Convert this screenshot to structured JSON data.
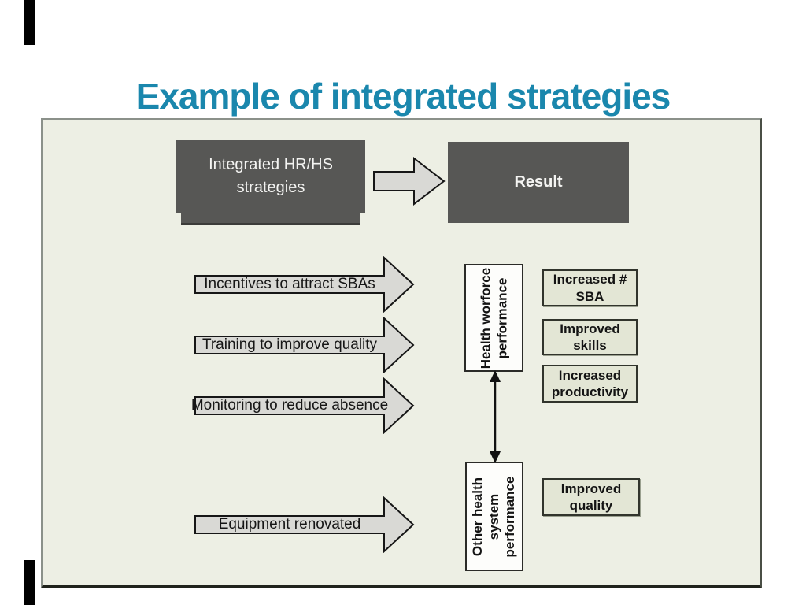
{
  "colors": {
    "title": "#1a87ad",
    "panel_bg": "#edefe4",
    "dark_box": "#575755",
    "arrow_fill": "#d9d9d5",
    "outcome_bg": "#e3e6d5",
    "white_box": "#fdfdfb"
  },
  "title": "Example of integrated strategies",
  "diagram": {
    "strategies_box": [
      "Integrated HR/HS",
      "strategies"
    ],
    "result_box": "Result",
    "arrows": [
      "Incentives to attract SBAs",
      "Training to improve quality",
      "Monitoring to reduce absence",
      "Equipment renovated"
    ],
    "workforce_box": [
      "Health worforce",
      "performance"
    ],
    "system_box": [
      "Other health",
      "system",
      "performance"
    ],
    "outcomes": [
      [
        "Increased #",
        "SBA"
      ],
      [
        "Improved",
        "skills"
      ],
      [
        "Increased",
        "productivity"
      ],
      [
        "Improved",
        "quality"
      ]
    ]
  }
}
